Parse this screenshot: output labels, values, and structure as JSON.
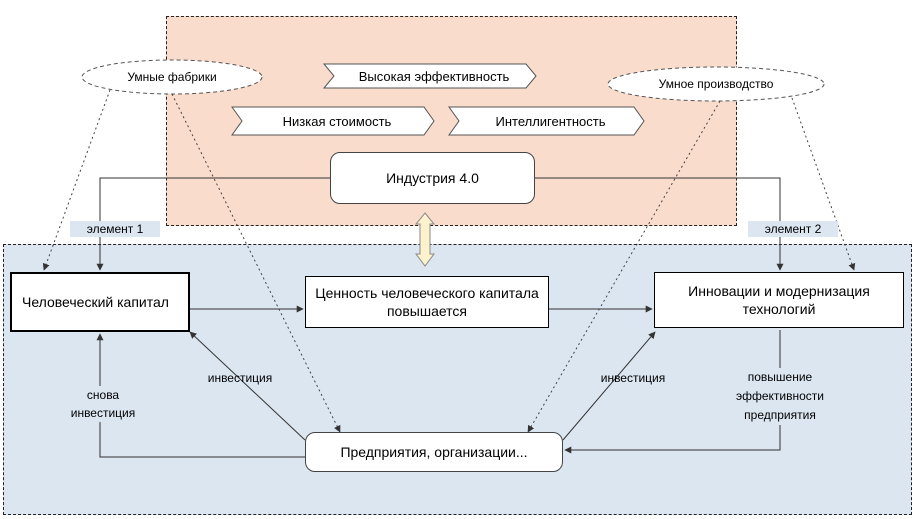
{
  "top": {
    "ellipse_left": "Умные фабрики",
    "ellipse_right": "Умное производство",
    "chevron_1": "Высокая эффективность",
    "chevron_2": "Низкая стоимость",
    "chevron_3": "Интеллигентность",
    "industry": "Индустрия 4.0"
  },
  "labels": {
    "element1": "элемент 1",
    "element2": "элемент 2",
    "invest_left": "инвестиция",
    "invest_right": "инвестиция",
    "again_invest": "снова инвестиция",
    "efficiency": "повышение эффективности предприятия"
  },
  "boxes": {
    "human_capital": "Человеческий капитал",
    "value_rises": "Ценность человеческого капитала повышается",
    "innovation": "Инновации и модернизация технологий",
    "enterprises": "Предприятия, организации..."
  }
}
